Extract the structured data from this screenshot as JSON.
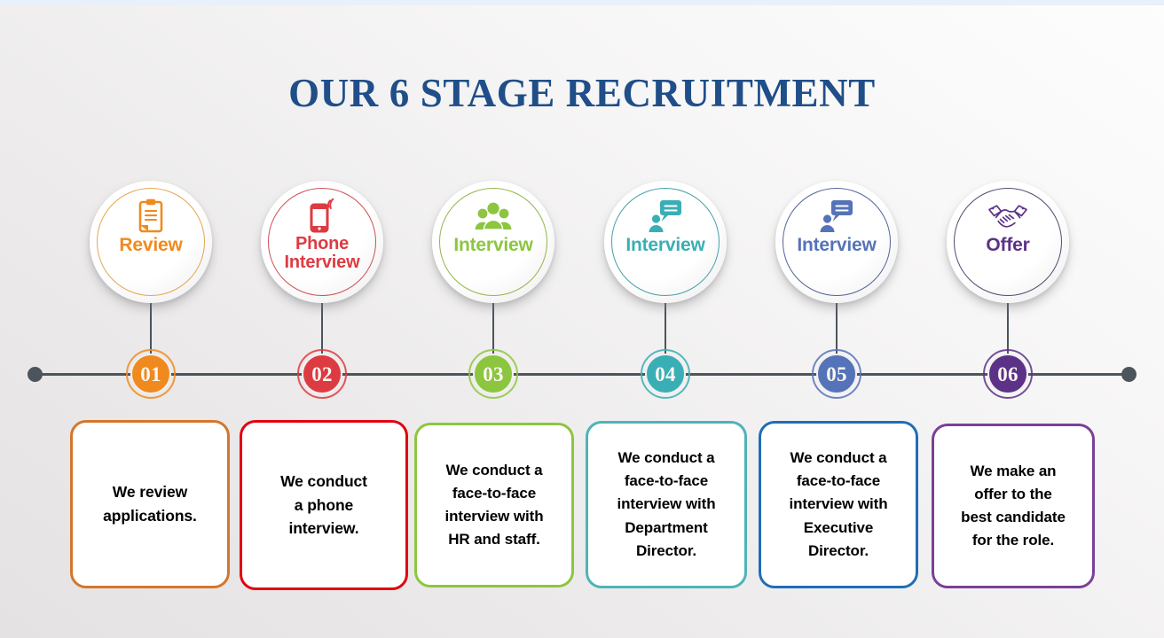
{
  "title": "OUR 6 STAGE RECRUITMENT",
  "timeline": {
    "line_color": "#4c555c",
    "left_cap": "●",
    "right_cap": "●"
  },
  "stages": [
    {
      "number": "01",
      "label": "Review",
      "label_lines": [
        "Review"
      ],
      "icon": "clipboard-icon",
      "color": "#f08a1e",
      "ring_color": "#e0a24a",
      "box_color": "#d4762c",
      "description": "We review applications.",
      "description_lines": [
        "We review",
        "applications."
      ]
    },
    {
      "number": "02",
      "label": "Phone Interview",
      "label_lines": [
        "Phone",
        "Interview"
      ],
      "icon": "mobile-phone-signal-icon",
      "color": "#dd3b42",
      "ring_color": "#c8484e",
      "box_color": "#e2000f",
      "description": "We conduct a phone interview.",
      "description_lines": [
        "We conduct",
        "a phone",
        "interview."
      ]
    },
    {
      "number": "03",
      "label": "Interview",
      "label_lines": [
        "Interview"
      ],
      "icon": "group-people-icon",
      "color": "#8cc63f",
      "ring_color": "#8cb33e",
      "box_color": "#8cc63f",
      "description": "We conduct a face-to-face interview with HR and staff.",
      "description_lines": [
        "We conduct a",
        "face-to-face",
        "interview with",
        "HR and staff."
      ]
    },
    {
      "number": "04",
      "label": "Interview",
      "label_lines": [
        "Interview"
      ],
      "icon": "person-speech-bubble-icon",
      "color": "#3aaeb5",
      "ring_color": "#3d9ba3",
      "box_color": "#4fb3b8",
      "description": "We conduct a face-to-face interview with Department Director.",
      "description_lines": [
        "We conduct a",
        "face-to-face",
        "interview with",
        "Department",
        "Director."
      ]
    },
    {
      "number": "05",
      "label": "Interview",
      "label_lines": [
        "Interview"
      ],
      "icon": "person-speech-bubble-icon",
      "color": "#5573b8",
      "ring_color": "#4a5d94",
      "box_color": "#1f6eb5",
      "description": "We conduct a face-to-face interview with Executive Director.",
      "description_lines": [
        "We conduct a",
        "face-to-face",
        "interview with",
        "Executive",
        "Director."
      ]
    },
    {
      "number": "06",
      "label": "Offer",
      "label_lines": [
        "Offer"
      ],
      "icon": "handshake-icon",
      "color": "#5b3287",
      "ring_color": "#4f3d6b",
      "box_color": "#7b3f98",
      "description": "We make an offer to the best candidate for the role.",
      "description_lines": [
        "We make an",
        "offer to the",
        "best candidate",
        "for the role."
      ]
    }
  ]
}
